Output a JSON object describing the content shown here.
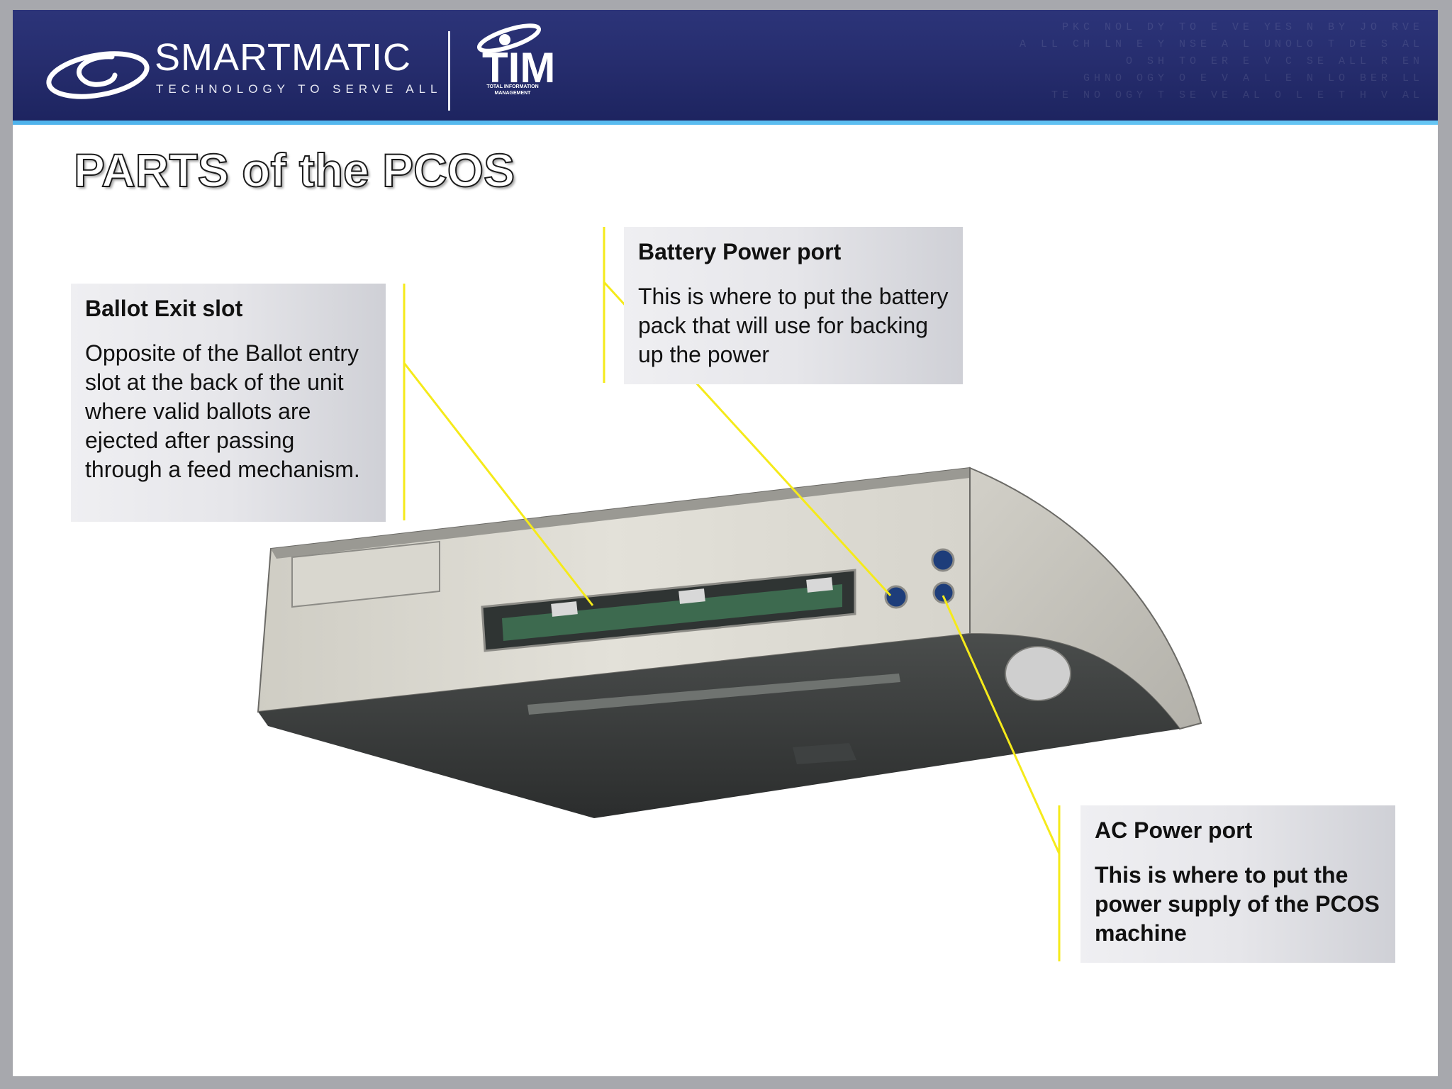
{
  "banner": {
    "brand_name": "SMARTMATIC",
    "brand_tagline": "TECHNOLOGY TO SERVE ALL",
    "partner_logo_text": "TIM",
    "partner_logo_subtext": "TOTAL INFORMATION MANAGEMENT",
    "colors": {
      "banner": "#252c6c",
      "accent_line": "#5bbcf0",
      "leader_lines": "#f5ea1a"
    }
  },
  "page_title": "PARTS of the PCOS",
  "callouts": {
    "ballot_exit": {
      "title": "Ballot Exit slot",
      "body": "Opposite of the Ballot entry slot at the back of the unit where valid ballots are ejected after passing through a feed mechanism."
    },
    "battery_port": {
      "title": "Battery Power port",
      "body": "This is where to put the battery pack that will use for backing up the power"
    },
    "ac_port": {
      "title": "AC Power port",
      "body": "This is where to put the power supply of the PCOS machine"
    }
  }
}
